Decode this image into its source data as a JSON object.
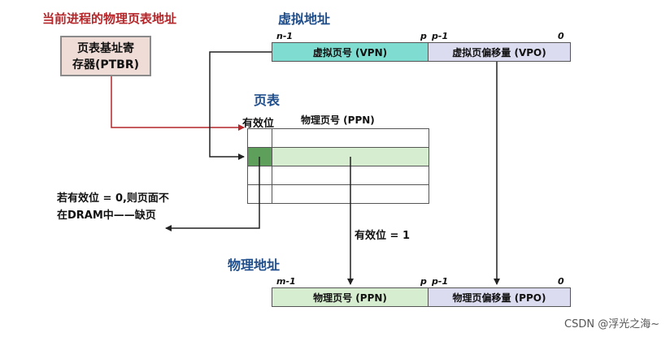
{
  "ptbr": {
    "title": "当前进程的物理页表地址",
    "box_line1": "页表基址寄",
    "box_line2": "存器(PTBR)"
  },
  "virtual_address": {
    "title": "虚拟地址",
    "bit_n_minus_1": "n-1",
    "bit_p": "p",
    "bit_p_minus_1": "p-1",
    "bit_0": "0",
    "vpn": "虚拟页号 (VPN)",
    "vpo": "虚拟页偏移量 (VPO)"
  },
  "page_table": {
    "title": "页表",
    "valid_header": "有效位",
    "ppn_header": "物理页号 (PPN)"
  },
  "notes": {
    "invalid_line1": "若有效位 = 0,则页面不",
    "invalid_line2": "在DRAM中——缺页",
    "valid_eq_1": "有效位 = 1"
  },
  "physical_address": {
    "title": "物理地址",
    "bit_m_minus_1": "m-1",
    "bit_p": "p",
    "bit_p_minus_1": "p-1",
    "bit_0": "0",
    "ppn": "物理页号 (PPN)",
    "ppo": "物理页偏移量 (PPO)"
  },
  "watermark": "CSDN @浮光之海~",
  "colors": {
    "red_title": "#b3262a",
    "blue_title": "#1f4e8c",
    "vpn_fill": "#7fdcd0",
    "offset_fill": "#dcdcf0",
    "ppn_fill": "#d6eecf",
    "ptbr_fill": "#f0dcd6",
    "red_arrow": "#b3262a"
  }
}
